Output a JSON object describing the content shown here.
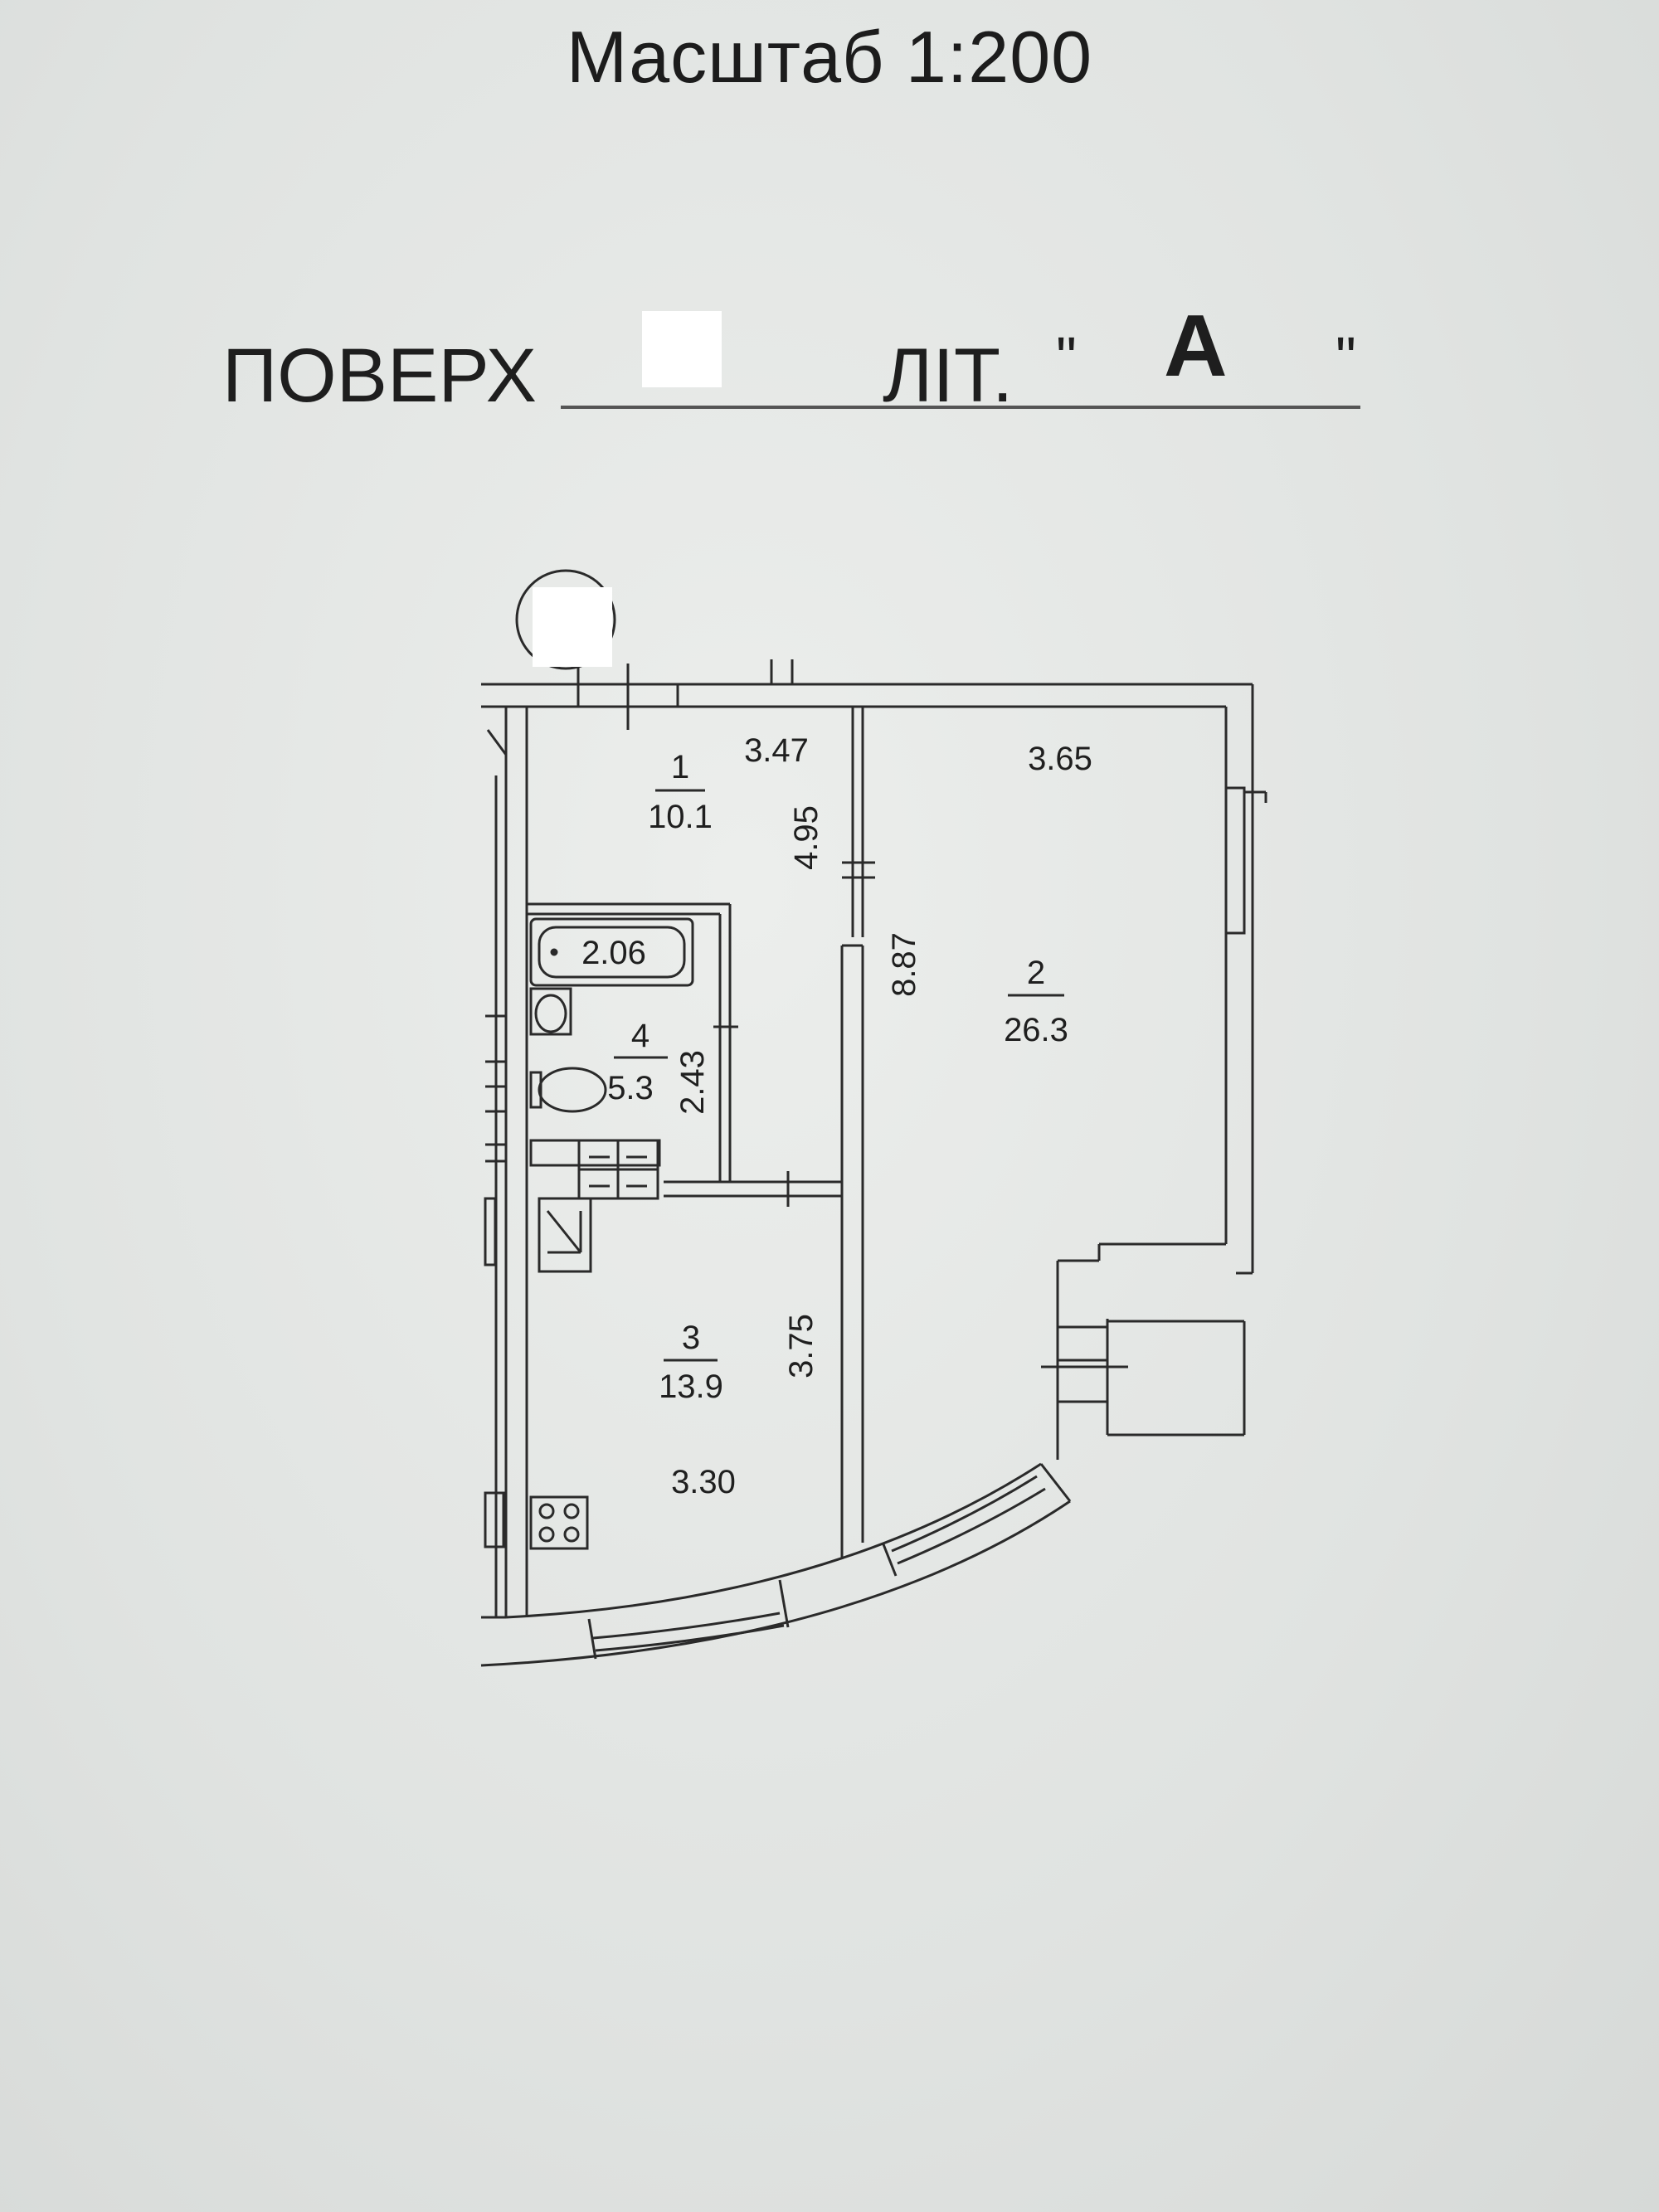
{
  "header": {
    "scale_label": "Масштаб 1:200",
    "floor_label": "ПОВЕРХ",
    "letter_label": "ЛІТ.",
    "letter_open_quote": "\"",
    "letter_value": "А",
    "letter_close_quote": "\""
  },
  "rooms": [
    {
      "number": "1",
      "area": "10.1"
    },
    {
      "number": "2",
      "area": "26.3"
    },
    {
      "number": "3",
      "area": "13.9"
    },
    {
      "number": "4",
      "area": "5.3"
    }
  ],
  "dimensions": {
    "room1_width": "3.47",
    "room1_length": "4.95",
    "room2_width": "3.65",
    "room2_length": "8.87",
    "bath_length": "2.06",
    "room4_length": "2.43",
    "room3_length": "3.75",
    "room3_width": "3.30"
  },
  "colors": {
    "paper": "#e2e5e3",
    "ink": "#1f1f1f",
    "redaction": "#ffffff"
  }
}
